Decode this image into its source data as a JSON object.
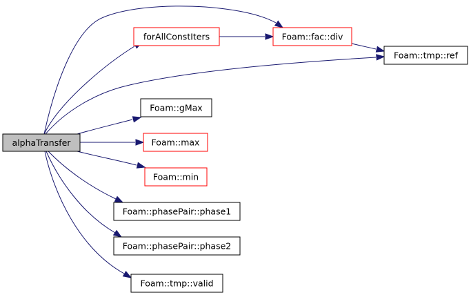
{
  "graph": {
    "colors": {
      "edge": "#191970",
      "root_fill": "#bfbfbf",
      "node_fill": "#ffffff",
      "link_border": "#000000",
      "undocumented_border": "#ff0000"
    },
    "nodes": [
      {
        "id": "alphaTransfer",
        "label": "alphaTransfer",
        "style": "root"
      },
      {
        "id": "forAllConstIters",
        "label": "forAllConstIters",
        "style": "red"
      },
      {
        "id": "fac-div",
        "label": "Foam::fac::div",
        "style": "red"
      },
      {
        "id": "tmp-ref",
        "label": "Foam::tmp::ref",
        "style": "black"
      },
      {
        "id": "gMax",
        "label": "Foam::gMax",
        "style": "black"
      },
      {
        "id": "max",
        "label": "Foam::max",
        "style": "red"
      },
      {
        "id": "min",
        "label": "Foam::min",
        "style": "red"
      },
      {
        "id": "phase1",
        "label": "Foam::phasePair::phase1",
        "style": "black"
      },
      {
        "id": "phase2",
        "label": "Foam::phasePair::phase2",
        "style": "black"
      },
      {
        "id": "tmp-valid",
        "label": "Foam::tmp::valid",
        "style": "black"
      }
    ],
    "edges": [
      {
        "from": "alphaTransfer",
        "to": "forAllConstIters"
      },
      {
        "from": "alphaTransfer",
        "to": "fac-div"
      },
      {
        "from": "alphaTransfer",
        "to": "tmp-ref"
      },
      {
        "from": "alphaTransfer",
        "to": "gMax"
      },
      {
        "from": "alphaTransfer",
        "to": "max"
      },
      {
        "from": "alphaTransfer",
        "to": "min"
      },
      {
        "from": "alphaTransfer",
        "to": "phase1"
      },
      {
        "from": "alphaTransfer",
        "to": "phase2"
      },
      {
        "from": "alphaTransfer",
        "to": "tmp-valid"
      },
      {
        "from": "forAllConstIters",
        "to": "fac-div"
      },
      {
        "from": "fac-div",
        "to": "tmp-ref"
      }
    ]
  }
}
